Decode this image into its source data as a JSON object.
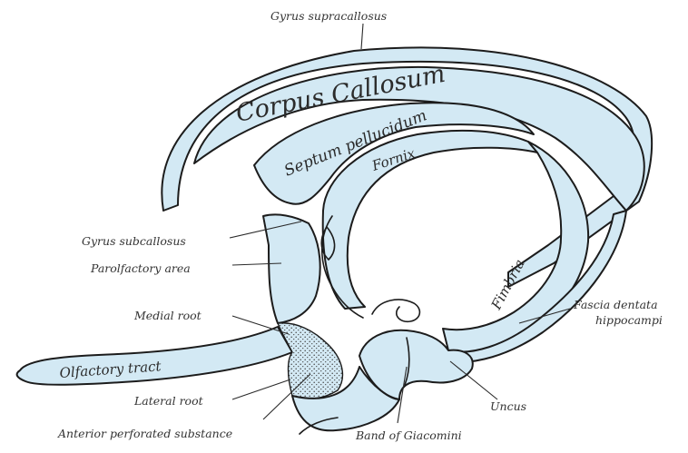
{
  "figure": {
    "colors": {
      "fill": "#d3e9f4",
      "stroke": "#1c1c1c",
      "stipple": "#4a4a4a",
      "text": "#333333"
    },
    "structures": {
      "corpus_callosum": "Corpus Callosum",
      "septum_pellucidum": "Septum pellucidum",
      "fornix": "Fornix",
      "fimbria": "Fimbria",
      "olfactory_tract": "Olfactory tract"
    },
    "labels": {
      "gyrus_supracallosus": "Gyrus supracallosus",
      "gyrus_subcallosus": "Gyrus subcallosus",
      "parolfactory_area": "Parolfactory area",
      "medial_root": "Medial root",
      "lateral_root": "Lateral root",
      "anterior_perforated_substance": "Anterior perforated substance",
      "band_of_giacomini": "Band of Giacomini",
      "uncus": "Uncus",
      "fascia_dentata_line1": "Fascia dentata",
      "fascia_dentata_line2": "hippocampi"
    }
  }
}
